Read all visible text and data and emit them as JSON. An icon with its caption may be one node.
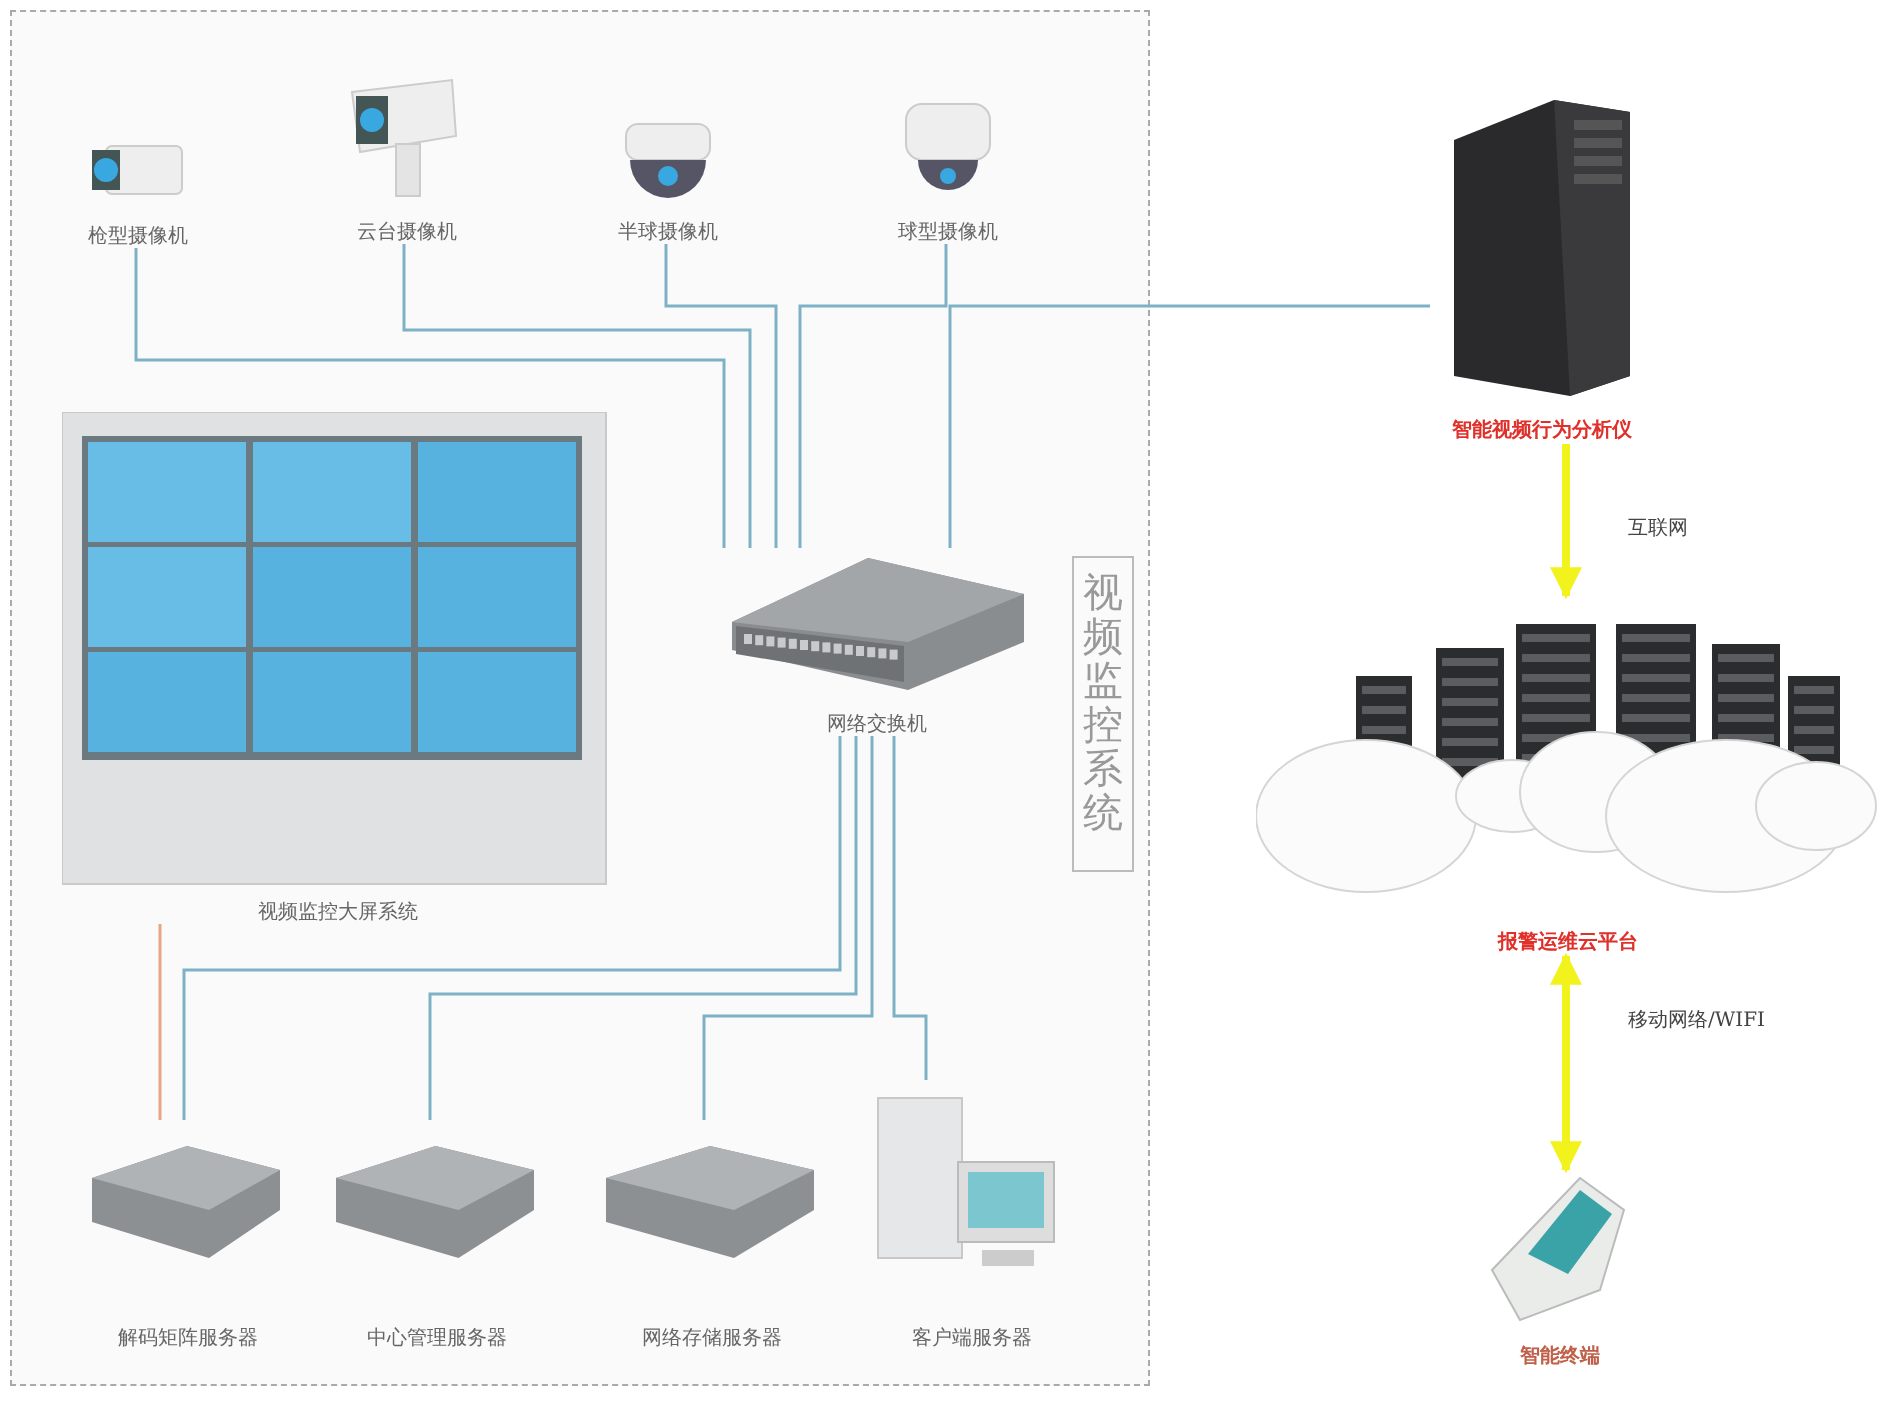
{
  "diagram": {
    "nodes": [
      {
        "text": [
          "视频监控系统"
        ]
      },
      {
        "text": [
          "枪型摄像机"
        ],
        "in": 0
      },
      {
        "text": [
          "云台摄像机"
        ],
        "in": 0
      },
      {
        "text": [
          "半球摄像机"
        ],
        "in": 0
      },
      {
        "text": [
          "球型摄像机"
        ],
        "in": 0
      },
      {
        "text": [
          "网络交换机"
        ],
        "in": 0
      },
      {
        "text": [
          "视频监控大屏系统"
        ],
        "in": 0
      },
      {
        "text": [
          "解码矩阵服务器"
        ],
        "in": 0
      },
      {
        "text": [
          "中心管理服务器"
        ],
        "in": 0
      },
      {
        "text": [
          "网络存储服务器"
        ],
        "in": 0
      },
      {
        "text": [
          "客户端服务器"
        ],
        "in": 0
      },
      {
        "text": [
          "智能视频行为分析仪"
        ]
      },
      {
        "text": [
          "报警运维云平台"
        ]
      },
      {
        "text": [
          "智能终端"
        ]
      }
    ],
    "edges": [
      {
        "from": 1,
        "to": 5,
        "arrow": "none"
      },
      {
        "from": 2,
        "to": 5,
        "arrow": "none"
      },
      {
        "from": 3,
        "to": 5,
        "arrow": "none"
      },
      {
        "from": 4,
        "to": 5,
        "arrow": "none"
      },
      {
        "from": 5,
        "to": 11,
        "arrow": "none"
      },
      {
        "from": 5,
        "to": 7,
        "arrow": "none"
      },
      {
        "from": 5,
        "to": 8,
        "arrow": "none"
      },
      {
        "from": 5,
        "to": 9,
        "arrow": "none"
      },
      {
        "from": 5,
        "to": 10,
        "arrow": "none"
      },
      {
        "from": 6,
        "to": 7,
        "arrow": "none",
        "color": "#e8a586"
      },
      {
        "from": 11,
        "to": 12,
        "arrow": "to",
        "label": "互联网",
        "style": "thick",
        "color": "#f2f21c"
      },
      {
        "from": 12,
        "to": 13,
        "arrow": "both",
        "label": "移动网络/WIFI",
        "style": "thick",
        "color": "#f2f21c"
      }
    ]
  }
}
